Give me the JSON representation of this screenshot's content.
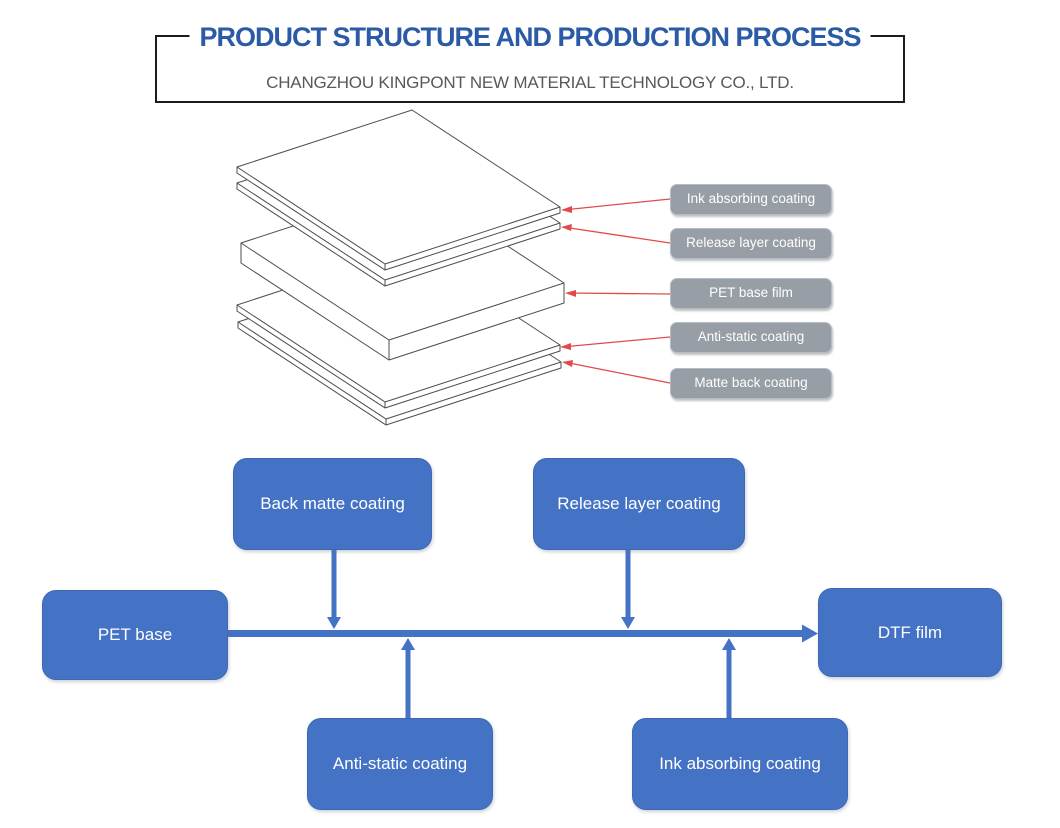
{
  "header": {
    "title": "PRODUCT STRUCTURE AND PRODUCTION PROCESS",
    "subtitle": "CHANGZHOU KINGPONT NEW MATERIAL TECHNOLOGY CO., LTD."
  },
  "layer_diagram": {
    "labels": [
      {
        "text": "Ink absorbing coating"
      },
      {
        "text": "Release layer coating"
      },
      {
        "text": "PET base film"
      },
      {
        "text": "Anti-static coating"
      },
      {
        "text": "Matte back coating"
      }
    ]
  },
  "flowchart": {
    "nodes": {
      "pet_base": "PET base",
      "back_matte": "Back matte coating",
      "release_layer": "Release layer coating",
      "anti_static": "Anti-static coating",
      "ink_absorbing": "Ink absorbing coating",
      "dtf_film": "DTF film"
    }
  },
  "colors": {
    "accent_blue": "#4472c4",
    "title_blue": "#2b5aa6",
    "subtitle_gray": "#595959",
    "label_gray": "#989ea6",
    "label_border": "#b3bcc7",
    "arrow_red": "#e24a4a",
    "line_dark": "#4d4d4d",
    "border_black": "#1c1c1c"
  }
}
